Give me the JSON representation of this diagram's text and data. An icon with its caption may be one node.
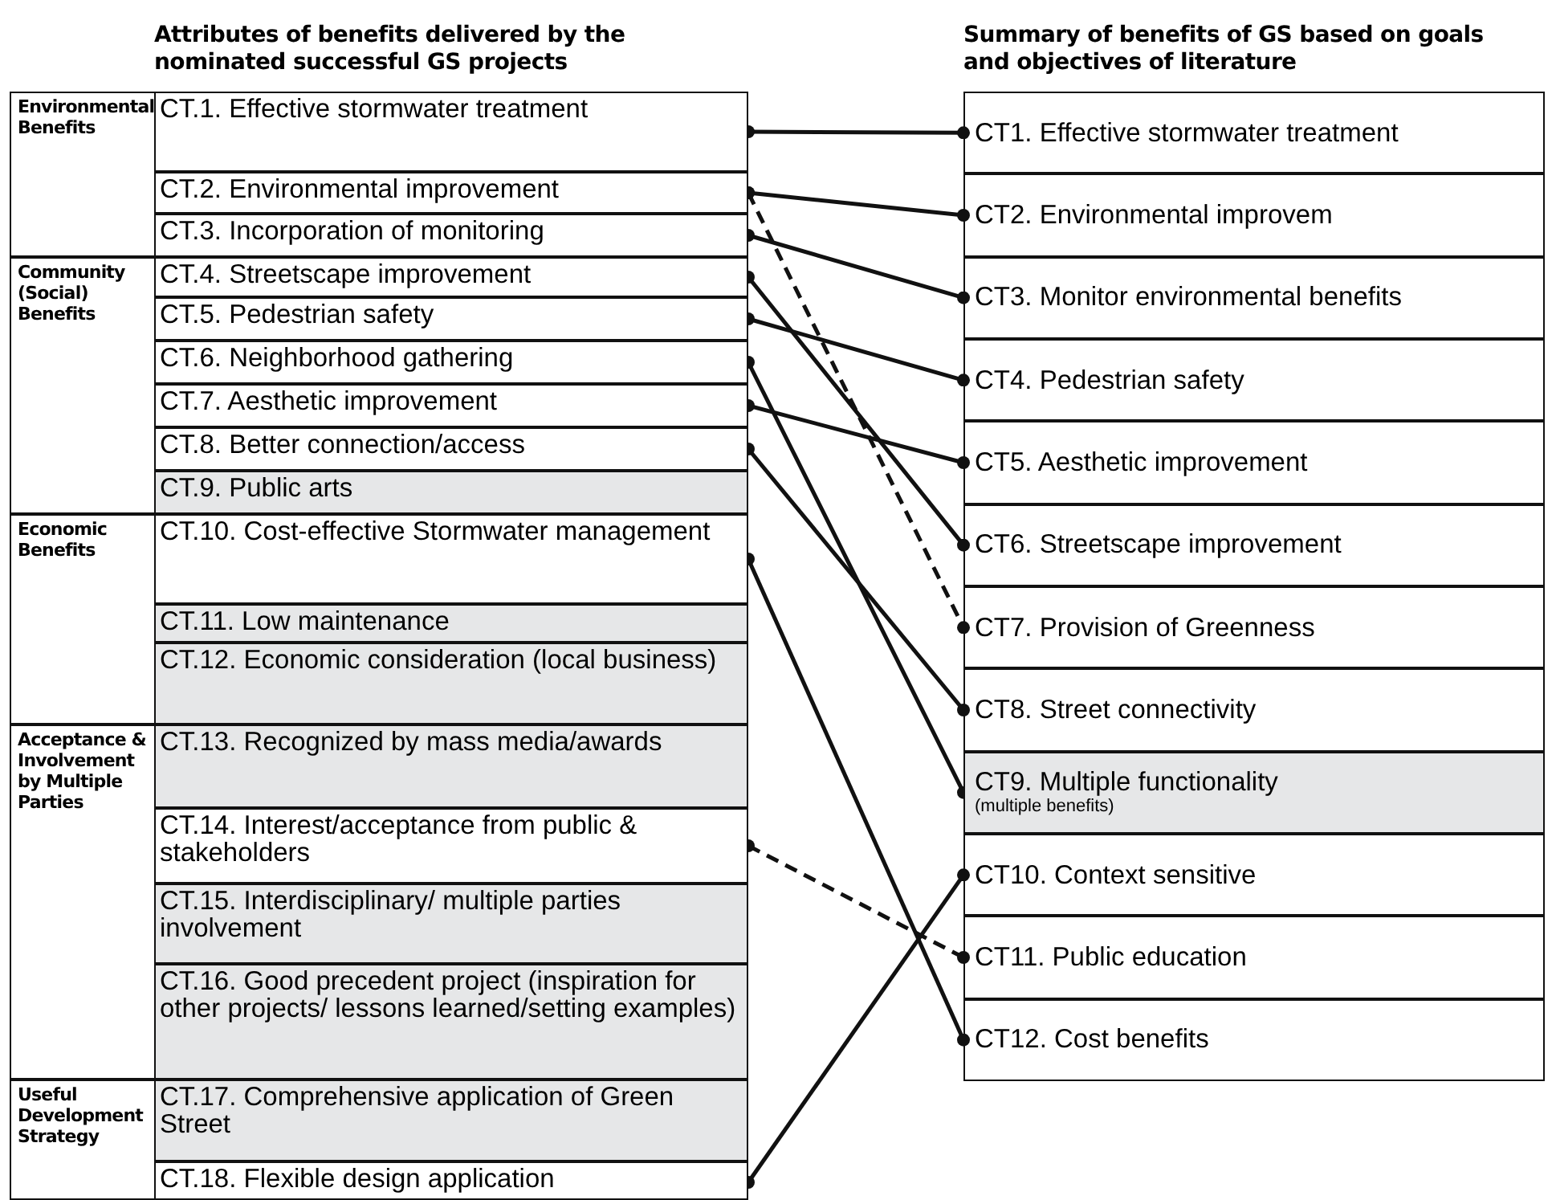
{
  "diagram": {
    "nodes": [
      {
        "text": [
          "Environmental Benefits"
        ]
      },
      {
        "text": [
          "CT.1. Effective stormwater treatment"
        ],
        "in": 0
      },
      {
        "text": [
          "CT.2. Environmental improvement"
        ],
        "in": 0
      },
      {
        "text": [
          "CT.3. Incorporation of monitoring"
        ],
        "in": 0
      },
      {
        "text": [
          "Community (Social) Benefits"
        ]
      },
      {
        "text": [
          "CT.4. Streetscape improvement"
        ],
        "in": 4
      },
      {
        "text": [
          "CT.5. Pedestrian safety"
        ],
        "in": 4
      },
      {
        "text": [
          "CT.6. Neighborhood gathering"
        ],
        "in": 4
      },
      {
        "text": [
          "CT.7. Aesthetic improvement"
        ],
        "in": 4
      },
      {
        "text": [
          "CT.8. Better connection/access"
        ],
        "in": 4
      },
      {
        "text": [
          "CT.9. Public arts"
        ],
        "in": 4
      },
      {
        "text": [
          "Economic Benefits"
        ]
      },
      {
        "text": [
          "CT.10. Cost-effective Stormwater management"
        ],
        "in": 11
      },
      {
        "text": [
          "CT.11. Low maintenance"
        ],
        "in": 11
      },
      {
        "text": [
          "CT.12. Economic consideration (local business)"
        ],
        "in": 11
      },
      {
        "text": [
          "Acceptance & Involvement by Multiple Parties"
        ]
      },
      {
        "text": [
          "CT.13. Recognized by mass media/awards"
        ],
        "in": 15
      },
      {
        "text": [
          "CT.14. Interest/acceptance from public & stakeholders"
        ],
        "in": 15
      },
      {
        "text": [
          "CT.15. Interdisciplinary/ multiple parties involvement"
        ],
        "in": 15
      },
      {
        "text": [
          "CT.16. Good precedent project (inspiration for other projects/ lessons learned/setting examples)"
        ],
        "in": 15
      },
      {
        "text": [
          "Useful Development Strategy"
        ]
      },
      {
        "text": [
          "CT.17. Comprehensive application of Green Street"
        ],
        "in": 20
      },
      {
        "text": [
          "CT.18. Flexible design application"
        ],
        "in": 20
      },
      {
        "text": [
          "CT1. Effective stormwater treatment"
        ]
      },
      {
        "text": [
          "CT2. Environmental improvem"
        ]
      },
      {
        "text": [
          "CT3. Monitor environmental benefits"
        ]
      },
      {
        "text": [
          "CT4. Pedestrian safety"
        ]
      },
      {
        "text": [
          "CT5. Aesthetic improvement"
        ]
      },
      {
        "text": [
          "CT6. Streetscape improvement"
        ]
      },
      {
        "text": [
          "CT7. Provision of Greenness"
        ]
      },
      {
        "text": [
          "CT8. Street connectivity"
        ]
      },
      {
        "text": [
          "CT9. Multiple functionality",
          "(multiple benefits)"
        ]
      },
      {
        "text": [
          "CT10. Context sensitive"
        ]
      },
      {
        "text": [
          "CT11. Public education"
        ]
      },
      {
        "text": [
          "CT12. Cost benefits"
        ]
      }
    ],
    "edges": [
      {
        "from": 1,
        "to": 23,
        "arrow": "other"
      },
      {
        "from": 2,
        "to": 24,
        "arrow": "other"
      },
      {
        "from": 2,
        "to": 29,
        "arrow": "other",
        "style": "dashed"
      },
      {
        "from": 3,
        "to": 25,
        "arrow": "other"
      },
      {
        "from": 5,
        "to": 28,
        "arrow": "other"
      },
      {
        "from": 6,
        "to": 26,
        "arrow": "other"
      },
      {
        "from": 7,
        "to": 31,
        "arrow": "other"
      },
      {
        "from": 8,
        "to": 27,
        "arrow": "other"
      },
      {
        "from": 9,
        "to": 30,
        "arrow": "other"
      },
      {
        "from": 12,
        "to": 34,
        "arrow": "other"
      },
      {
        "from": 17,
        "to": 33,
        "arrow": "other",
        "style": "dashed"
      },
      {
        "from": 22,
        "to": 32,
        "arrow": "other"
      }
    ],
    "labels": [
      "Attributes of benefits delivered by the nominated successful GS projects",
      "Summary of benefits of GS based on goals and objectives of literature"
    ]
  }
}
